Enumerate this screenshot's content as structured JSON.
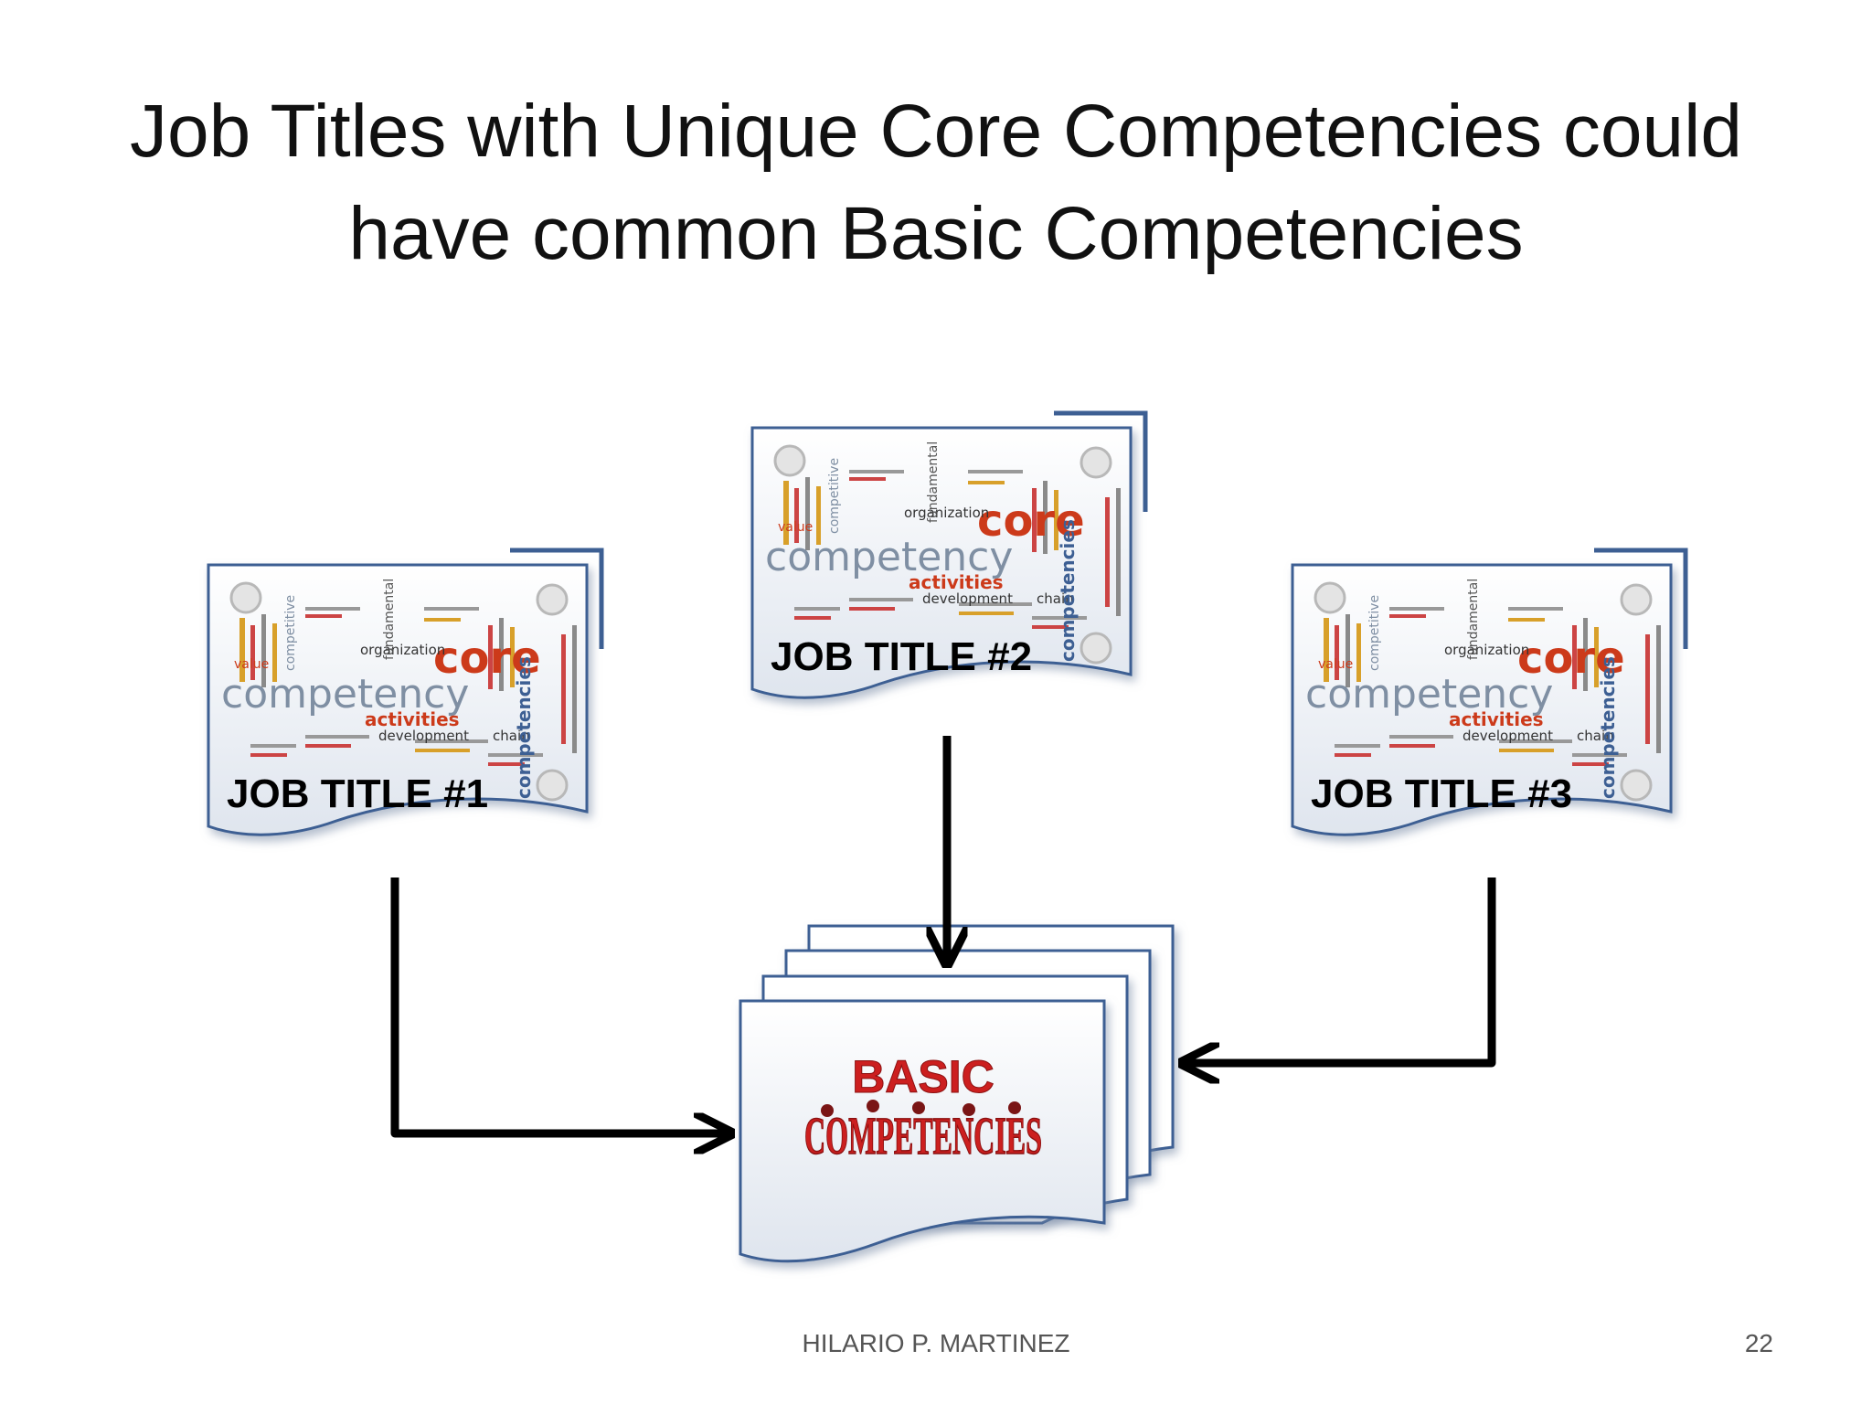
{
  "slide": {
    "title_line1": "Job Titles with Unique Core Competencies could",
    "title_line2": "have common Basic Competencies",
    "footer": "HILARIO P. MARTINEZ",
    "page_number": "22"
  },
  "job_cards": [
    {
      "label": "JOB TITLE #1"
    },
    {
      "label": "JOB TITLE #2"
    },
    {
      "label": "JOB TITLE #3"
    }
  ],
  "wordcloud": {
    "core": "core",
    "competency": "competency",
    "activities": "activities",
    "development": "development",
    "chain": "chain",
    "organization": "organization",
    "value": "value",
    "competencies": "competencies",
    "competitive": "competitive",
    "fundamental": "fundamental"
  },
  "basic_card": {
    "line1": "BASIC",
    "line2": "COMPETENCIES"
  },
  "colors": {
    "frame": "#3d5f93",
    "arrow": "#000000",
    "core_red": "#cc3a1a",
    "competency_gray": "#7f8fa3",
    "basic_red": "#cc1f1f"
  }
}
